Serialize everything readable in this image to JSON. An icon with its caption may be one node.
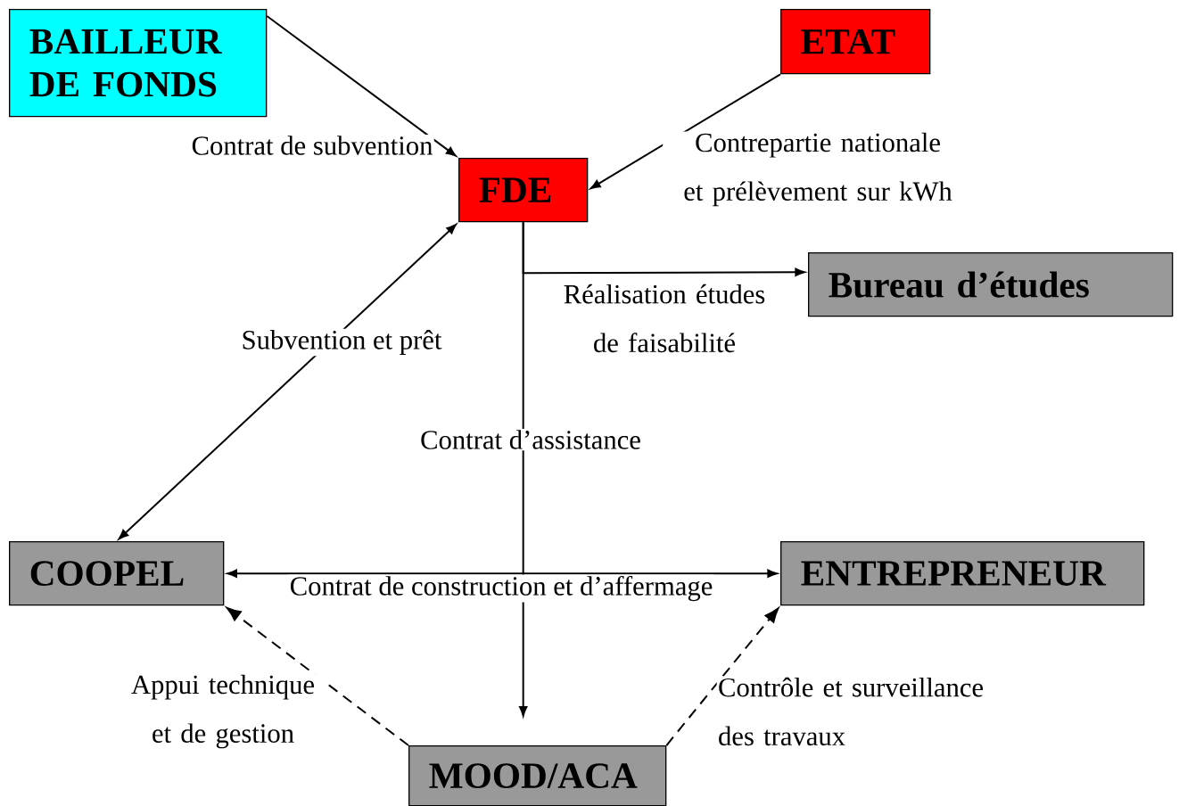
{
  "diagram": {
    "nodes": [
      {
        "text": [
          "BAILLEUR DE FONDS"
        ]
      },
      {
        "text": [
          "ETAT"
        ]
      },
      {
        "text": [
          "FDE"
        ]
      },
      {
        "text": [
          "Bureau d’études"
        ]
      },
      {
        "text": [
          "COOPEL"
        ]
      },
      {
        "text": [
          "ENTREPRENEUR"
        ]
      },
      {
        "text": [
          "MOOD/ACA"
        ]
      }
    ],
    "edges": [
      {
        "from": 0,
        "to": 2,
        "arrow": "to",
        "label": "Contrat de subvention"
      },
      {
        "from": 1,
        "to": 2,
        "arrow": "to",
        "label": "Contrepartie nationale et prélèvement sur kWh"
      },
      {
        "from": 2,
        "to": 3,
        "arrow": "to",
        "label": "Réalisation études de faisabilité"
      },
      {
        "from": 2,
        "to": 4,
        "arrow": "both",
        "label": "Subvention et prêt"
      },
      {
        "from": 2,
        "to": 6,
        "arrow": "to",
        "label": "Contrat d’assistance"
      },
      {
        "from": 4,
        "to": 5,
        "arrow": "both",
        "label": "Contrat de construction et d’affermage"
      },
      {
        "from": 6,
        "to": 4,
        "arrow": "to",
        "style": "dashed",
        "label": "Appui technique et de gestion"
      },
      {
        "from": 6,
        "to": 5,
        "arrow": "to",
        "style": "dashed",
        "label": "Contrôle et surveillance des travaux"
      }
    ]
  }
}
